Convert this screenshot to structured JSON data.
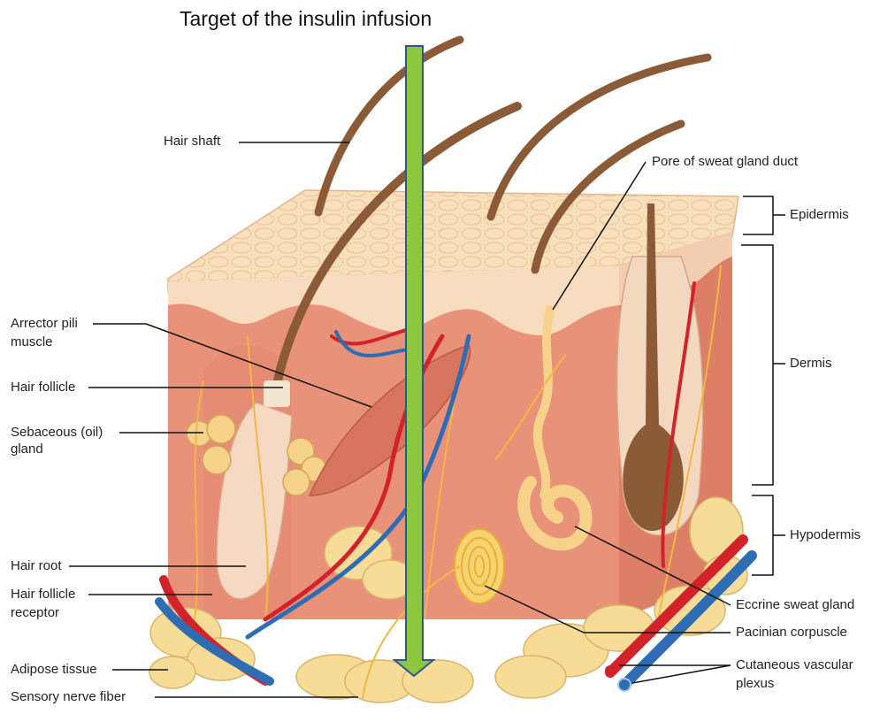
{
  "title": "Target of the insulin infusion",
  "labels": {
    "hair_shaft": "Hair shaft",
    "arrector_pili_1": "Arrector pili",
    "arrector_pili_2": "muscle",
    "hair_follicle": "Hair follicle",
    "sebaceous_1": "Sebaceous (oil)",
    "sebaceous_2": "gland",
    "hair_root": "Hair root",
    "follicle_receptor_1": "Hair follicle",
    "follicle_receptor_2": "receptor",
    "adipose": "Adipose tissue",
    "sensory_nerve": "Sensory nerve fiber",
    "pore": "Pore of sweat gland duct",
    "epidermis": "Epidermis",
    "dermis": "Dermis",
    "hypodermis": "Hypodermis",
    "eccrine": "Eccrine sweat gland",
    "pacinian": "Pacinian corpuscle",
    "vascular_1": "Cutaneous vascular",
    "vascular_2": "plexus"
  },
  "colors": {
    "arrow_fill": "#8dc63f",
    "arrow_stroke": "#2f5597",
    "epidermis": "#f7dcb4",
    "dermis": "#e9927a",
    "dermis_dark": "#d9735e",
    "hypodermis_fat": "#f6dc96",
    "hair": "#8b5a36",
    "artery": "#d2232a",
    "vein": "#2e6db4",
    "nerve": "#f3b742"
  }
}
